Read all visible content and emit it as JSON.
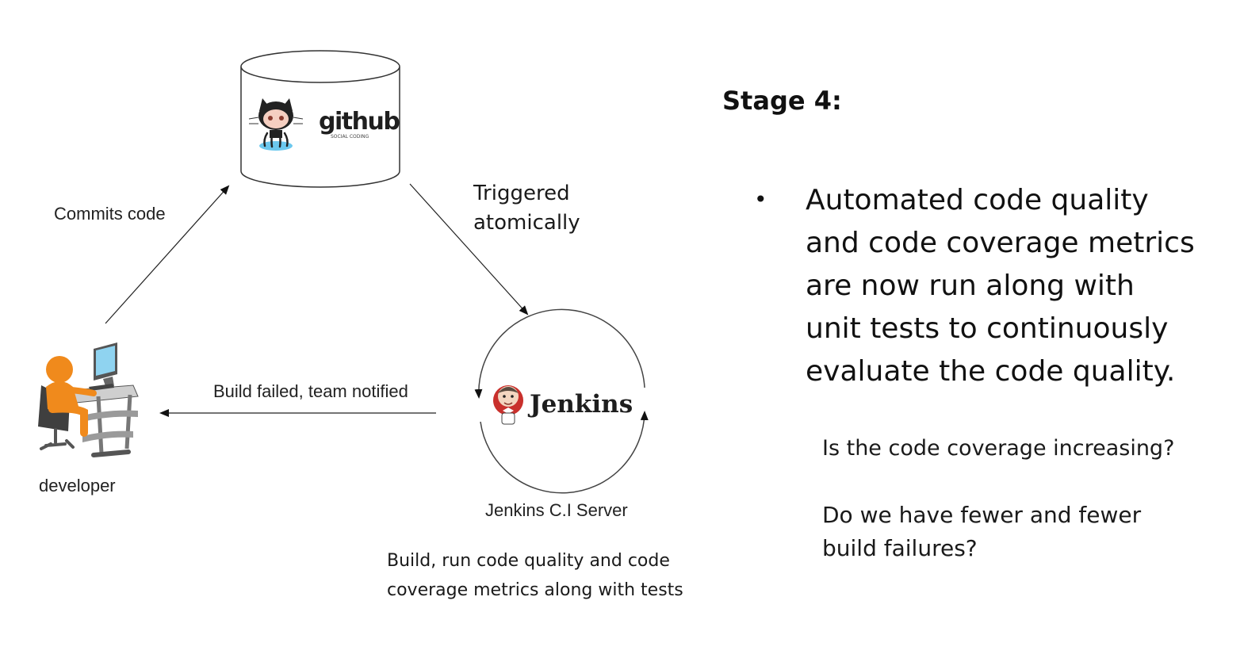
{
  "slide": {
    "title": "Stage 4:",
    "bullet_marker": "•",
    "bullet_lines": [
      "Automated code quality",
      "and code coverage metrics",
      "are now run along with",
      "unit tests to continuously",
      "evaluate the code quality."
    ],
    "question1": "Is the code coverage increasing?",
    "question2_lines": [
      "Do we have fewer and fewer",
      "build failures?"
    ]
  },
  "diagram": {
    "github": {
      "logo_word": "github",
      "logo_sub": "SOCIAL CODING"
    },
    "jenkins": {
      "logo_word": "Jenkins",
      "caption": "Jenkins C.I Server"
    },
    "developer": {
      "caption": "developer"
    },
    "edges": {
      "commit": "Commits code",
      "trigger_lines": [
        "Triggered",
        "atomically"
      ],
      "feedback": "Build failed, team notified"
    },
    "jenkins_note_lines": [
      "Build, run code quality and code",
      "coverage metrics along with tests"
    ]
  },
  "colors": {
    "developer_orange": "#f08a1c",
    "monitor_blue": "#8fd3f0",
    "octocat_blue": "#6cc8ee",
    "jenkins_red": "#c9302c"
  }
}
